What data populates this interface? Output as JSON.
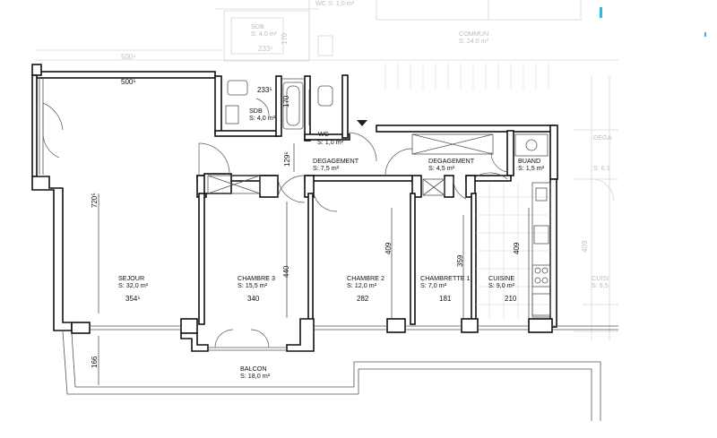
{
  "rooms": {
    "sejour": {
      "name": "SEJOUR",
      "area": "S: 32,0 m²"
    },
    "chambre3": {
      "name": "CHAMBRE 3",
      "area": "S: 15,5 m²"
    },
    "chambre2": {
      "name": "CHAMBRE 2",
      "area": "S: 12,0 m²"
    },
    "chambrette1": {
      "name": "CHAMBRETTE 1",
      "area": "S: 7,0 m²"
    },
    "cuisine": {
      "name": "CUISINE",
      "area": "S: 9,0 m²"
    },
    "balcon": {
      "name": "BALCON",
      "area": "S: 18,0 m²"
    },
    "sdb": {
      "name": "SDB",
      "area": "S: 4,0 m²"
    },
    "wc": {
      "name": "WC",
      "area": "S: 1,0 m²"
    },
    "degagement1": {
      "name": "DEGAGEMENT",
      "area": "S: 7,5 m²"
    },
    "degagement2": {
      "name": "DEGAGEMENT",
      "area": "S: 4,5 m²"
    },
    "buand": {
      "name": "BUAND",
      "area": "S: 1,5 m²"
    }
  },
  "dimensions": {
    "sejour_width": "500⁵",
    "sejour_depth": "720⁵",
    "sdb_width": "233⁵",
    "sdb_depth": "170",
    "deg_depth": "129⁵",
    "sejour_bottom": "354⁵",
    "ch3_width": "340",
    "ch3_depth": "440",
    "ch2_width": "282",
    "ch2_depth": "409",
    "chbt_width": "181",
    "chbt_depth": "359",
    "cuis_width": "210",
    "cuis_depth": "409",
    "balcon_depth": "166"
  },
  "ghost": {
    "top_width": "500⁵",
    "top_sdb": "233⁵",
    "top_sdb_area": "S: 4,0 m²",
    "top_sdb_name": "SDB",
    "top_sdb_depth": "170",
    "top_wc": "WC S: 1,0 m²",
    "commun_name": "COMMUN",
    "commun_area": "S: 24,0 m²",
    "right_dega": "DEGA",
    "right_dega_area": "S: 6,1",
    "right_cuisi": "CUISI",
    "right_cuisi_area": "S: 9,5",
    "right_409": "409"
  },
  "colors": {
    "accent": "#2fb7e6",
    "wall": "#111111"
  }
}
